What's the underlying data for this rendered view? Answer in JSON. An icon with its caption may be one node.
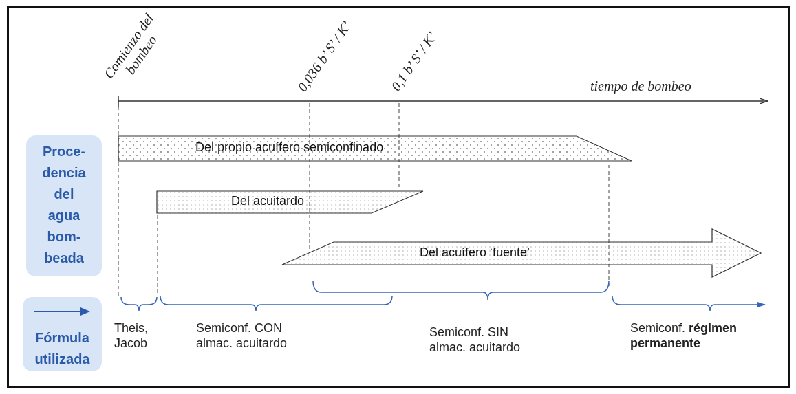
{
  "diagram": {
    "nodes": [
      {
        "text": [
          "Proce- dencia del agua bom- beada"
        ]
      },
      {
        "text": [
          "Del propio acuífero semiconfinado"
        ]
      },
      {
        "text": [
          "Del acuitardo"
        ]
      },
      {
        "text": [
          "Del acuífero ‘fuente’"
        ]
      },
      {
        "text": [
          "Fórmula utilizada"
        ]
      }
    ],
    "labels": [
      "Comienzo del bombeo",
      "0,036 b’ S’ / K’",
      "0,1 b’ S’ / K’",
      "tiempo de bombeo",
      "Theis, Jacob",
      "Semiconf. CON almac. acuitardo",
      "Semiconf. SIN almac. acuitardo",
      "Semiconf. **régimen permanente**"
    ]
  }
}
